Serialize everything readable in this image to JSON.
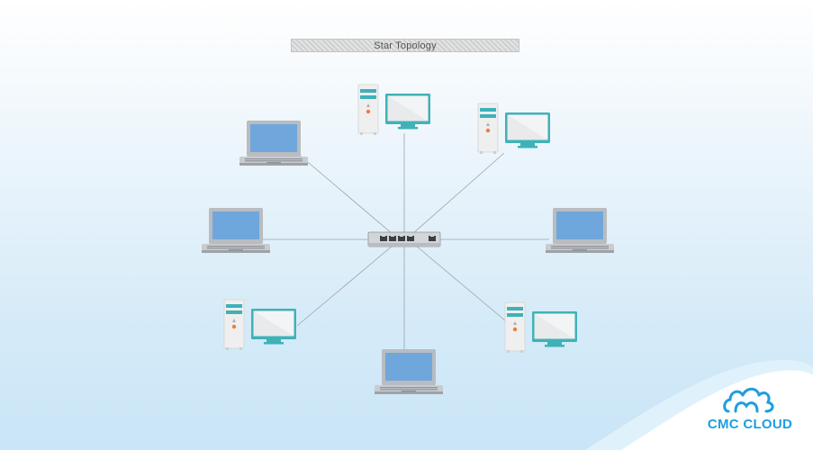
{
  "diagram": {
    "title": "Star Topology",
    "hub": {
      "ports": 5
    },
    "nodes": [
      {
        "id": "desktop-top",
        "kind": "desktop"
      },
      {
        "id": "desktop-top-right",
        "kind": "desktop"
      },
      {
        "id": "laptop-top-left",
        "kind": "laptop"
      },
      {
        "id": "laptop-left",
        "kind": "laptop"
      },
      {
        "id": "laptop-right",
        "kind": "laptop"
      },
      {
        "id": "desktop-bottom-left",
        "kind": "desktop"
      },
      {
        "id": "desktop-bottom-right",
        "kind": "desktop"
      },
      {
        "id": "laptop-bottom",
        "kind": "laptop"
      }
    ]
  },
  "brand": {
    "name": "CMC CLOUD",
    "color": "#1e9ee0",
    "icon": "cloud-logo-icon"
  },
  "colors": {
    "screen": "#6fa7dc",
    "laptop_body": "#b9bcc0",
    "monitor_frame": "#3fb2b8",
    "tower": "#eeeeee",
    "tower_stripe": "#3fb2b8",
    "led": "#f07b3f",
    "link": "#9aa3ab"
  }
}
